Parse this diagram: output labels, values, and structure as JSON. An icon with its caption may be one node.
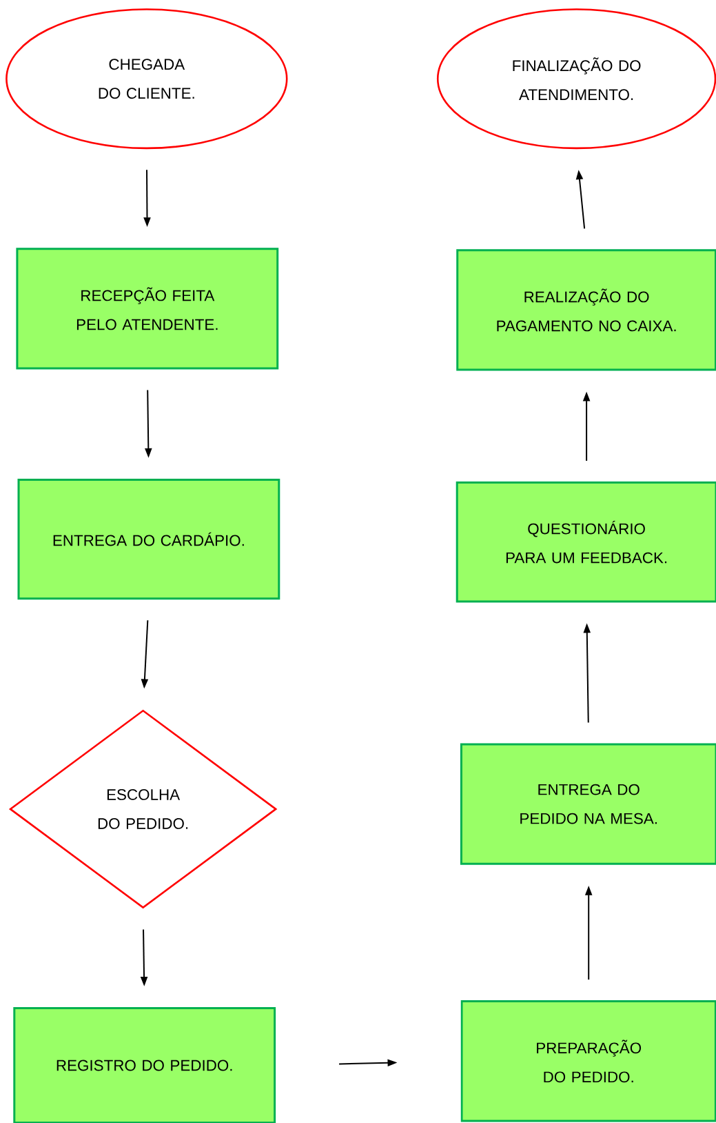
{
  "diagram": {
    "nodes": [
      {
        "text": [
          "CHEGADA DO CLIENTE."
        ]
      },
      {
        "text": [
          "RECEPÇÃO FEITA PELO ATENDENTE."
        ]
      },
      {
        "text": [
          "ENTREGA DO CARDÁPIO."
        ]
      },
      {
        "text": [
          "ESCOLHA DO PEDIDO."
        ]
      },
      {
        "text": [
          "REGISTRO DO PEDIDO."
        ]
      },
      {
        "text": [
          "PREPARAÇÃO DO PEDIDO."
        ]
      },
      {
        "text": [
          "ENTREGA DO PEDIDO NA MESA."
        ]
      },
      {
        "text": [
          "QUESTIONÁRIO PARA UM FEEDBACK."
        ]
      },
      {
        "text": [
          "REALIZAÇÃO DO PAGAMENTO NO CAIXA."
        ]
      },
      {
        "text": [
          "FINALIZAÇÃO DO ATENDIMENTO."
        ]
      }
    ],
    "edges": [
      {
        "from": 0,
        "to": 1,
        "arrow": "to"
      },
      {
        "from": 1,
        "to": 2,
        "arrow": "to"
      },
      {
        "from": 2,
        "to": 3,
        "arrow": "to"
      },
      {
        "from": 3,
        "to": 4,
        "arrow": "to"
      },
      {
        "from": 4,
        "to": 5,
        "arrow": "to"
      },
      {
        "from": 5,
        "to": 6,
        "arrow": "to"
      },
      {
        "from": 6,
        "to": 7,
        "arrow": "to"
      },
      {
        "from": 7,
        "to": 8,
        "arrow": "to"
      },
      {
        "from": 8,
        "to": 9,
        "arrow": "to"
      }
    ]
  }
}
